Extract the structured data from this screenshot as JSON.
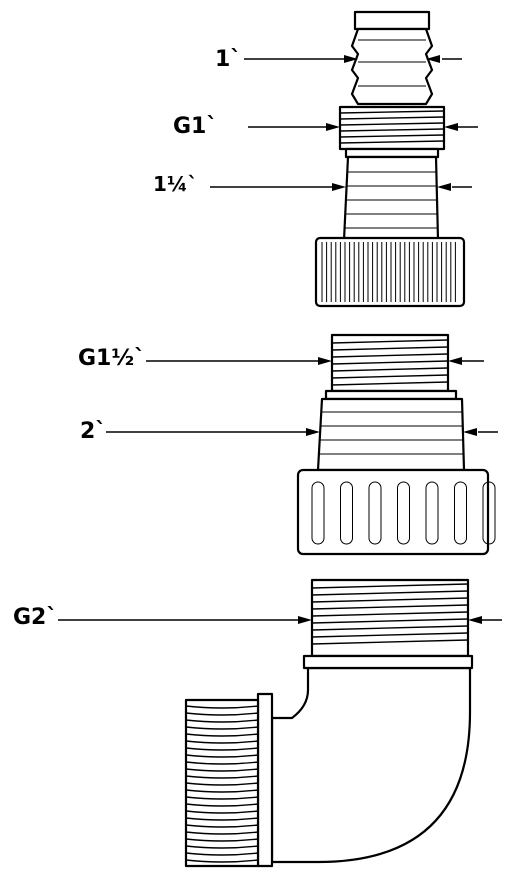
{
  "labels": {
    "hose_1": "1`",
    "thread_g1": "G1`",
    "hose_1_1_4": "1¼`",
    "thread_g1_1_2": "G1½`",
    "hose_2": "2`",
    "thread_g2": "G2`"
  }
}
